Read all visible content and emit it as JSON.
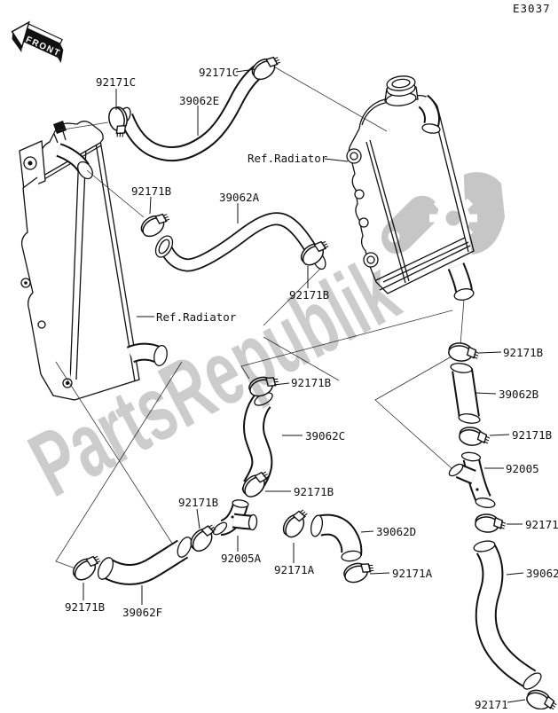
{
  "page_code": "E3037",
  "front_marker": "FRONT",
  "watermark": {
    "text": "PartsRepublik"
  },
  "labels": [
    {
      "text": "92171C"
    },
    {
      "text": "92171C"
    },
    {
      "text": "39062E"
    },
    {
      "text": "Ref.Radiator"
    },
    {
      "text": "92171B"
    },
    {
      "text": "39062A"
    },
    {
      "text": "92171B"
    },
    {
      "text": "Ref.Radiator"
    },
    {
      "text": "92171B"
    },
    {
      "text": "39062B"
    },
    {
      "text": "92171B"
    },
    {
      "text": "92005"
    },
    {
      "text": "92171"
    },
    {
      "text": "92171B"
    },
    {
      "text": "39062C"
    },
    {
      "text": "92171B"
    },
    {
      "text": "92171B"
    },
    {
      "text": "92005A"
    },
    {
      "text": "92171A"
    },
    {
      "text": "39062D"
    },
    {
      "text": "92171A"
    },
    {
      "text": "92171B"
    },
    {
      "text": "39062F"
    },
    {
      "text": "39062"
    },
    {
      "text": "92171"
    }
  ]
}
